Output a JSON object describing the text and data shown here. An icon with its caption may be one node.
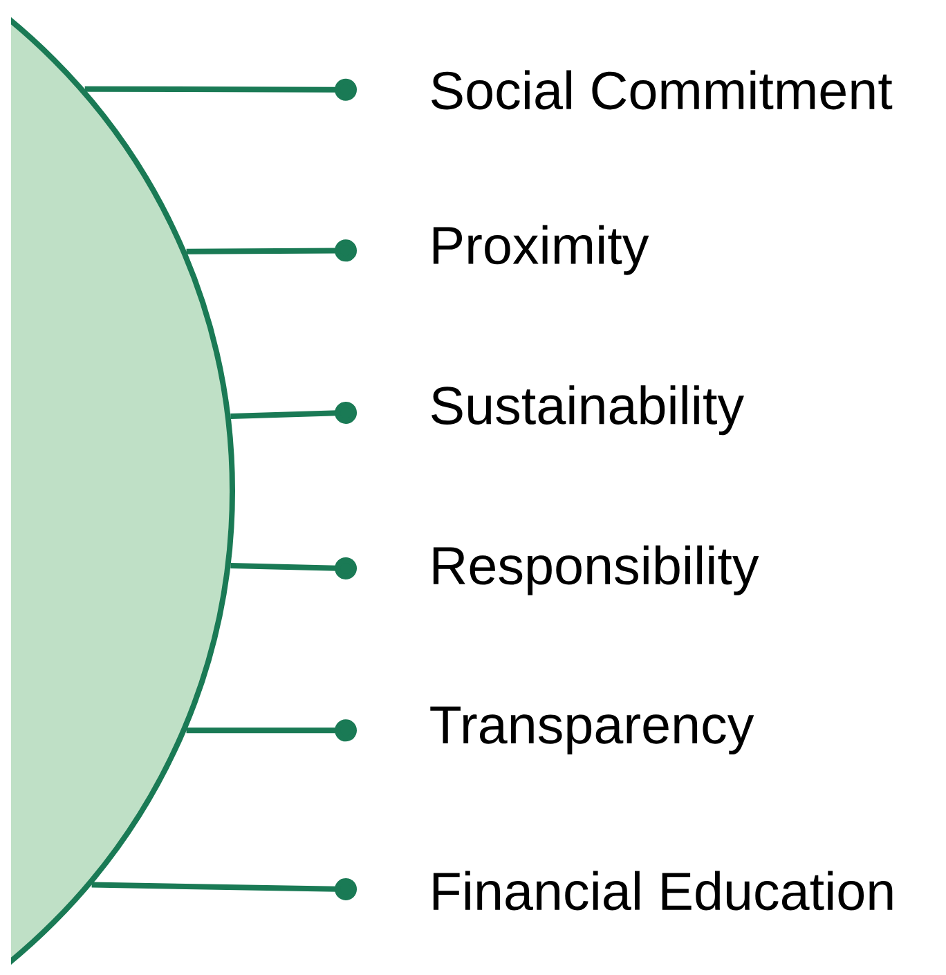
{
  "diagram": {
    "nodes": [
      {
        "text": [],
        "shape": "circle"
      },
      {
        "text": [
          "Social Commitment"
        ]
      },
      {
        "text": [
          "Proximity"
        ]
      },
      {
        "text": [
          "Sustainability"
        ]
      },
      {
        "text": [
          "Responsibility"
        ]
      },
      {
        "text": [
          "Transparency"
        ]
      },
      {
        "text": [
          "Financial Education"
        ]
      }
    ],
    "edges": [
      {
        "from": 0,
        "to": 1,
        "arrow": "other"
      },
      {
        "from": 0,
        "to": 2,
        "arrow": "other"
      },
      {
        "from": 0,
        "to": 3,
        "arrow": "other"
      },
      {
        "from": 0,
        "to": 4,
        "arrow": "other"
      },
      {
        "from": 0,
        "to": 5,
        "arrow": "other"
      },
      {
        "from": 0,
        "to": 6,
        "arrow": "other"
      }
    ]
  }
}
